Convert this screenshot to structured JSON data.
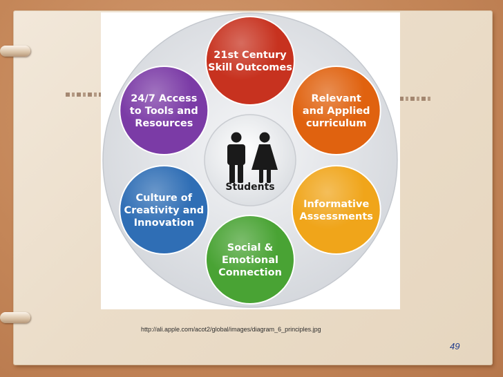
{
  "slide": {
    "page_number": "49",
    "source_url": "http://ali.apple.com/acot2/global/images/diagram_6_principles.jpg"
  },
  "diagram": {
    "center": {
      "label": "Students"
    },
    "principles": [
      {
        "lines": [
          "21st Century",
          "Skill Outcomes"
        ],
        "color": "#c7321f"
      },
      {
        "lines": [
          "Relevant",
          "and Applied",
          "curriculum"
        ],
        "color": "#e0620f"
      },
      {
        "lines": [
          "Informative",
          "Assessments"
        ],
        "color": "#f0a51a"
      },
      {
        "lines": [
          "Social &",
          "Emotional",
          "Connection"
        ],
        "color": "#49a334"
      },
      {
        "lines": [
          "Culture of",
          "Creativity and",
          "Innovation"
        ],
        "color": "#2f6eb5"
      },
      {
        "lines": [
          "24/7 Access",
          "to Tools and",
          "Resources"
        ],
        "color": "#7b3ba6"
      }
    ],
    "colors": {
      "outer_ring": "#dfe2e6",
      "center_fill": "#f1f2f4",
      "figure": "#1a1a1a"
    }
  }
}
